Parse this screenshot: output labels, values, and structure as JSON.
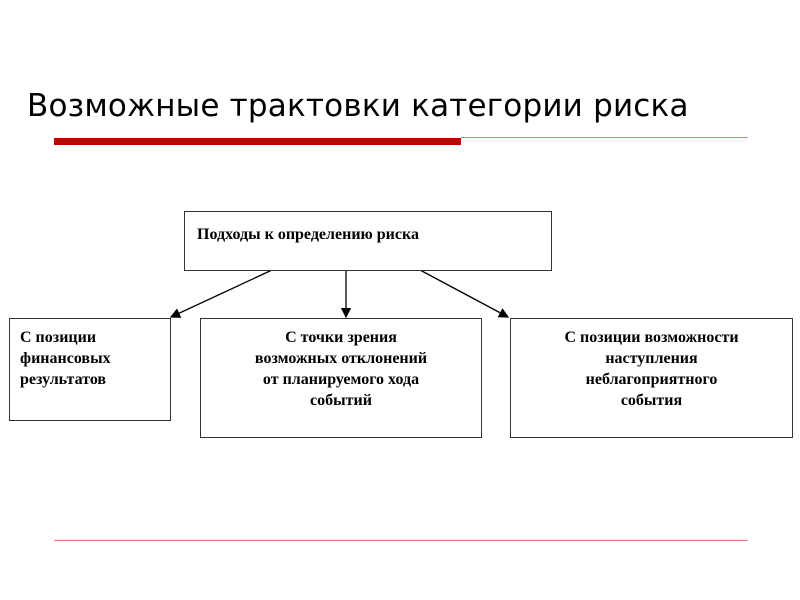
{
  "title": "Возможные трактовки категории риска",
  "diagram": {
    "root": "Подходы к определению риска",
    "children": [
      {
        "lines": [
          "С позиции",
          "финансовых",
          "результатов"
        ]
      },
      {
        "lines": [
          "С точки зрения",
          "возможных отклонений",
          "от планируемого хода",
          "событий"
        ]
      },
      {
        "lines": [
          "С позиции возможности",
          "наступления",
          "неблагоприятного",
          "события"
        ]
      }
    ]
  },
  "colors": {
    "accent": "#c00000",
    "rule": "#e08080"
  }
}
